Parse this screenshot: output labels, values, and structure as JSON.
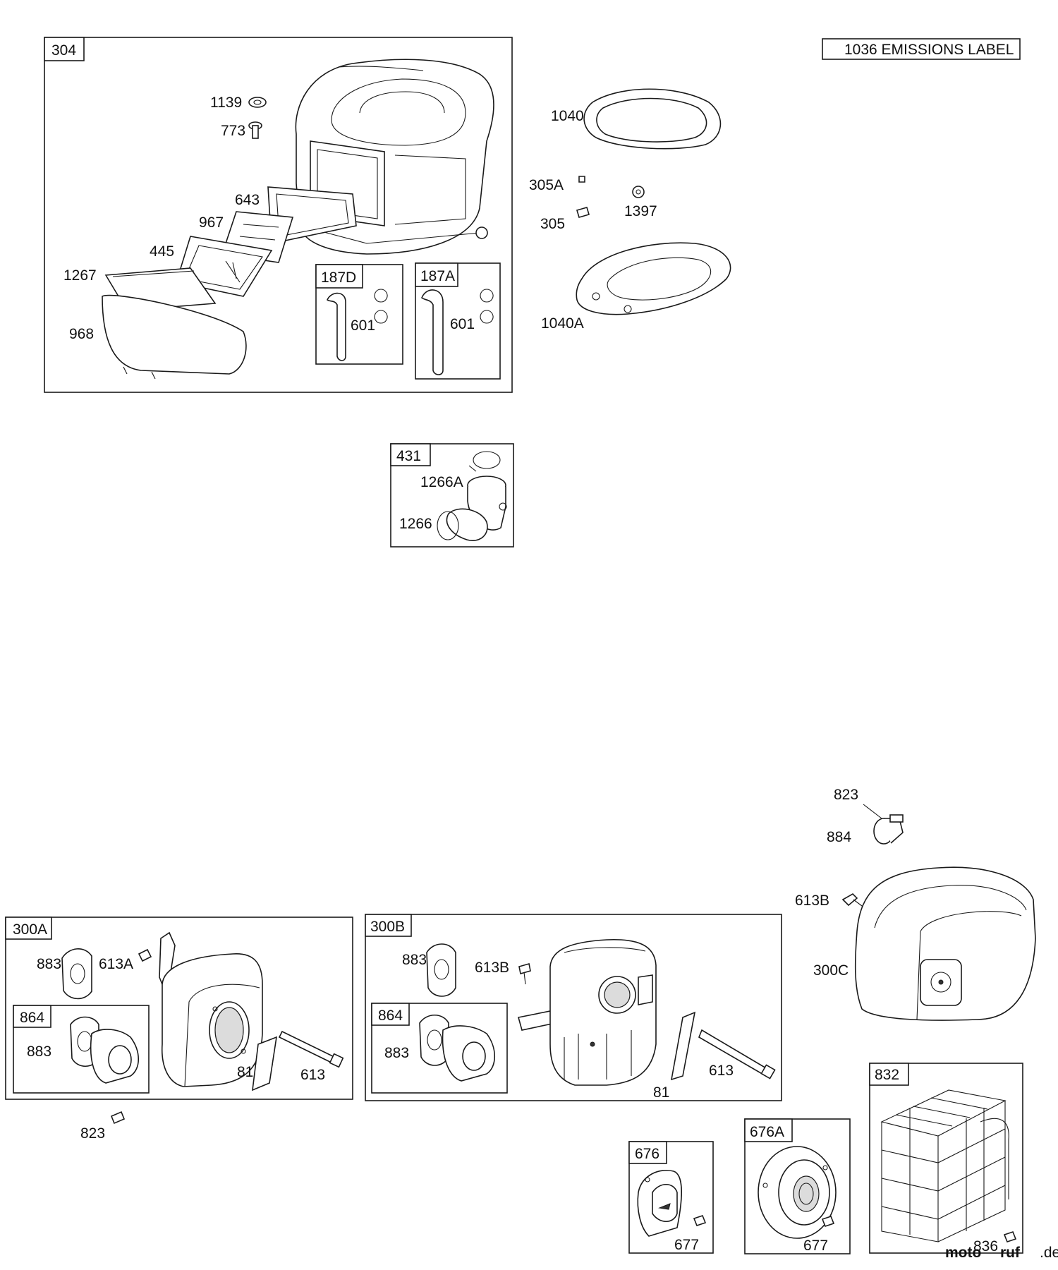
{
  "groups": {
    "g304": "304",
    "g187D": "187D",
    "g187A": "187A",
    "g431": "431",
    "g300A": "300A",
    "g300B": "300B",
    "g864a": "864",
    "g864b": "864",
    "g832": "832",
    "g676": "676",
    "g676A": "676A"
  },
  "emissions_label": "1036 EMISSIONS LABEL",
  "parts": {
    "p1139": "1139",
    "p773": "773",
    "p643": "643",
    "p967": "967",
    "p445": "445",
    "p1267": "1267",
    "p968": "968",
    "p601a": "601",
    "p601b": "601",
    "p1040": "1040",
    "p305A": "305A",
    "p305": "305",
    "p1397": "1397",
    "p1040A": "1040A",
    "p1266A": "1266A",
    "p1266": "1266",
    "p823a": "823",
    "p884": "884",
    "p613B_c": "613B",
    "p300C": "300C",
    "p883_a1": "883",
    "p613A": "613A",
    "p883_a2": "883",
    "p81_a": "81",
    "p613_a": "613",
    "p823_b": "823",
    "p883_b1": "883",
    "p613B_b": "613B",
    "p883_b2": "883",
    "p81_b": "81",
    "p613_b": "613",
    "p677_a": "677",
    "p677_b": "677",
    "p836": "836"
  },
  "watermark": {
    "brand_a": "moto",
    "brand_b": "ruf",
    "tld": ".de"
  }
}
